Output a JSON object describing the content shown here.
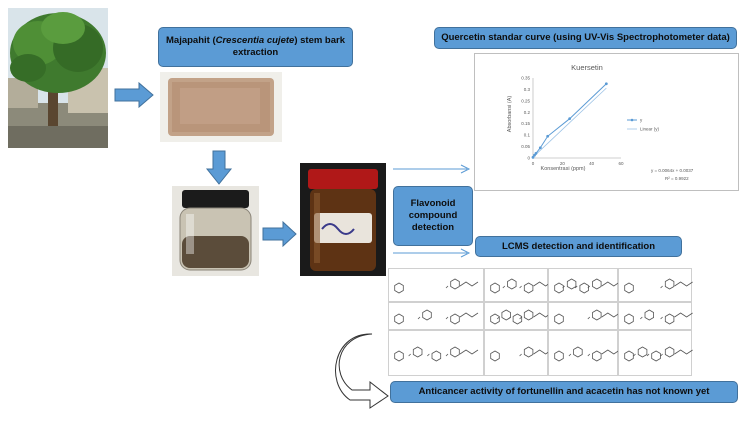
{
  "boxes": {
    "extraction_pre": "Majapahit (",
    "extraction_italic": "Crescentia cujete",
    "extraction_post": ") stem bark extraction",
    "quercetin": "Quercetin standar curve (using UV-Vis Spectrophotometer data)",
    "flavonoid": "Flavonoid compound detection",
    "lcms": "LCMS detection and identification",
    "anticancer": "Anticancer activity of fortunellin and acacetin has not known yet"
  },
  "chart_data": {
    "type": "line",
    "title": "Kuersetin",
    "xlabel": "Konsentrasi (ppm)",
    "ylabel": "Absorbansi (A)",
    "xlim": [
      0,
      60
    ],
    "ylim": [
      0,
      0.35
    ],
    "xticks": [
      "0",
      "20",
      "40",
      "60"
    ],
    "yticks": [
      "0",
      "0.05",
      "0.1",
      "0.15",
      "0.2",
      "0.25",
      "0.3",
      "0.35"
    ],
    "series": [
      {
        "name": "y",
        "x": [
          0,
          1,
          2,
          5,
          10,
          25,
          50
        ],
        "y": [
          0.003,
          0.012,
          0.02,
          0.045,
          0.095,
          0.172,
          0.325
        ]
      },
      {
        "name": "Linear (y)",
        "x": [
          0,
          50
        ],
        "y": [
          0.0037,
          0.3057
        ]
      }
    ],
    "equation": "y = 0.0064x + 0.0037",
    "r_squared": "R² = 0.9922",
    "grid": false,
    "legend": "right"
  },
  "colors": {
    "box_fill": "#5b9bd5",
    "box_border": "#41719c",
    "series": "#5b9bd5",
    "trendline": "#9dc3e6"
  }
}
